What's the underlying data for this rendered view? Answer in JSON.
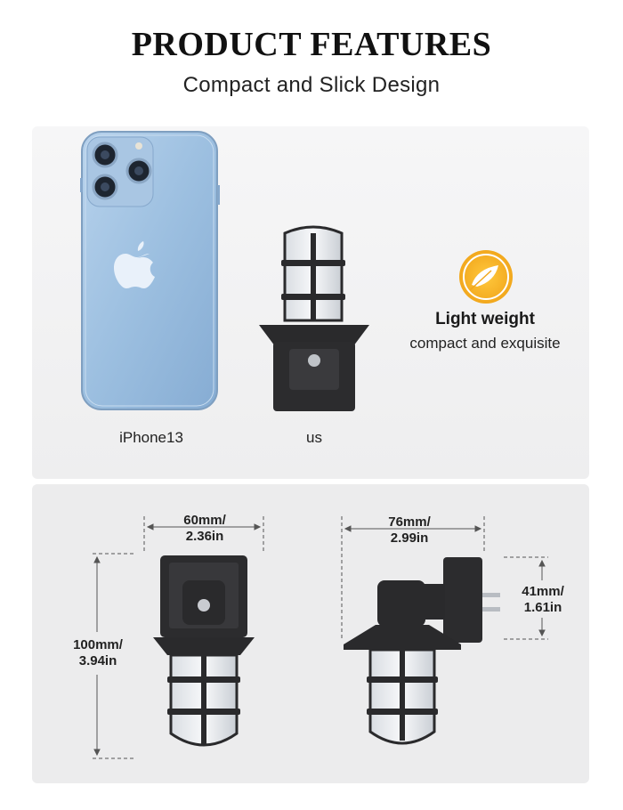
{
  "header": {
    "title": "PRODUCT FEATURES",
    "subtitle": "Compact and Slick Design"
  },
  "comparison": {
    "phone_label": "iPhone13",
    "product_label": "us"
  },
  "feature": {
    "icon": "feather-icon",
    "title": "Light weight",
    "description": "compact and exquisite",
    "accent_color": "#f2a81d"
  },
  "dimensions": {
    "front_width_mm": "60mm/",
    "front_width_in": "2.36in",
    "height_mm": "100mm/",
    "height_in": "3.94in",
    "side_depth_mm": "76mm/",
    "side_depth_in": "2.99in",
    "plug_height_mm": "41mm/",
    "plug_height_in": "1.61in"
  },
  "colors": {
    "phone_blue": "#9cbfe0",
    "lamp_black": "#2a2a2c"
  }
}
